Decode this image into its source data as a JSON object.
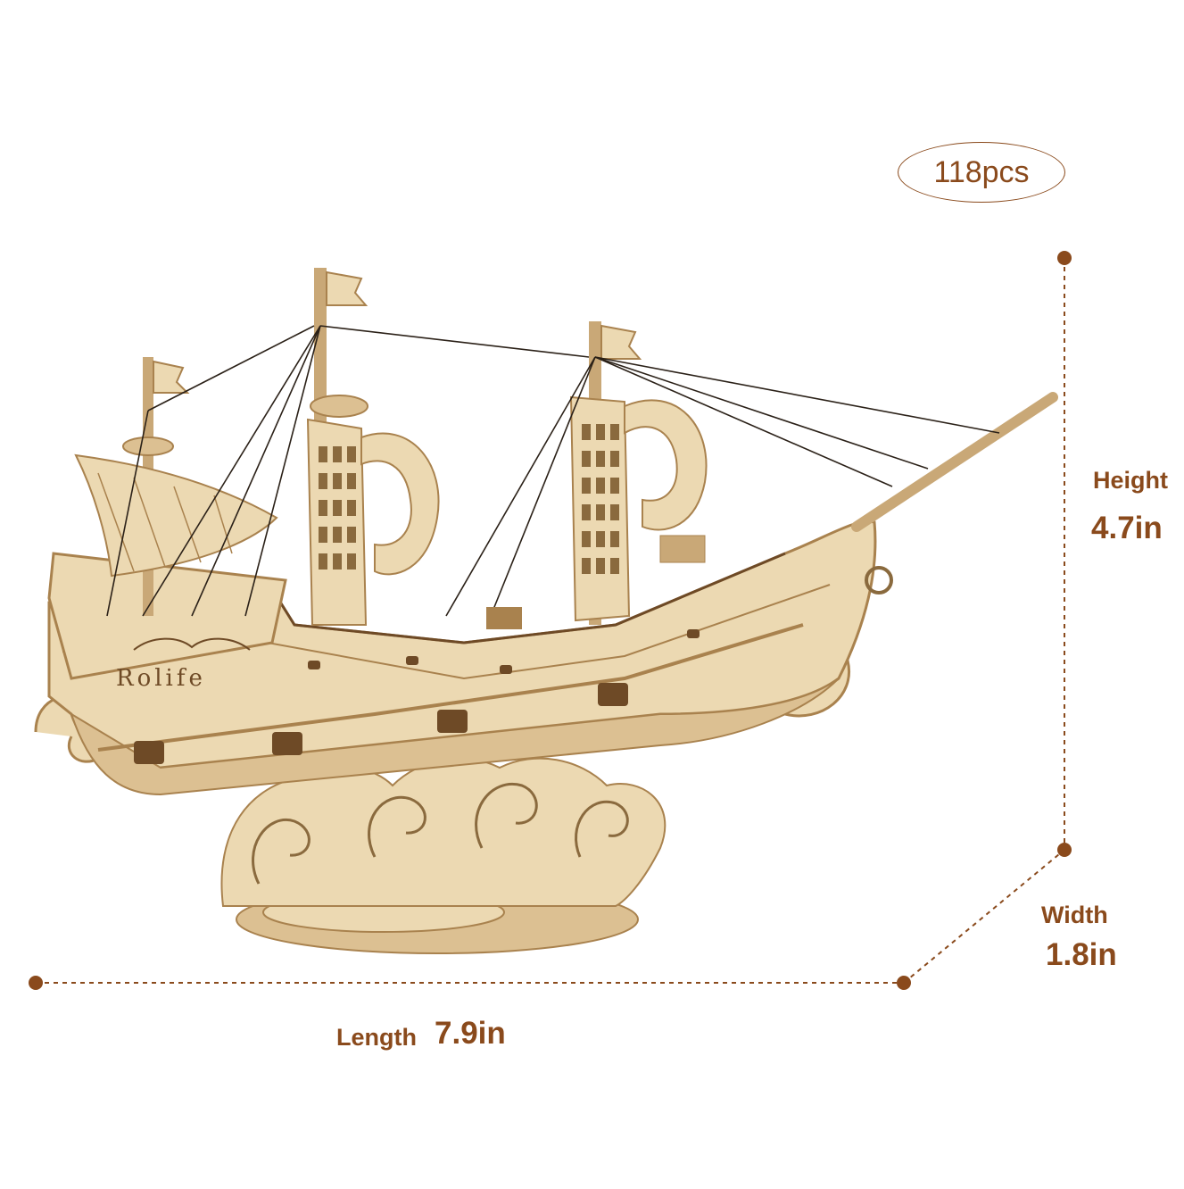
{
  "pieces": "118pcs",
  "dimensions": {
    "height": {
      "label": "Height",
      "value": "4.7in"
    },
    "width": {
      "label": "Width",
      "value": "1.8in"
    },
    "length": {
      "label": "Length",
      "value": "7.9in"
    }
  },
  "hull_text": "Rolife",
  "colors": {
    "accent": "#8a4a1c",
    "wood_light": "#ecd9b2",
    "wood_mid": "#dcc092",
    "wood_dark": "#a9824e",
    "burn": "#6e4a26",
    "string": "#2b2118"
  }
}
